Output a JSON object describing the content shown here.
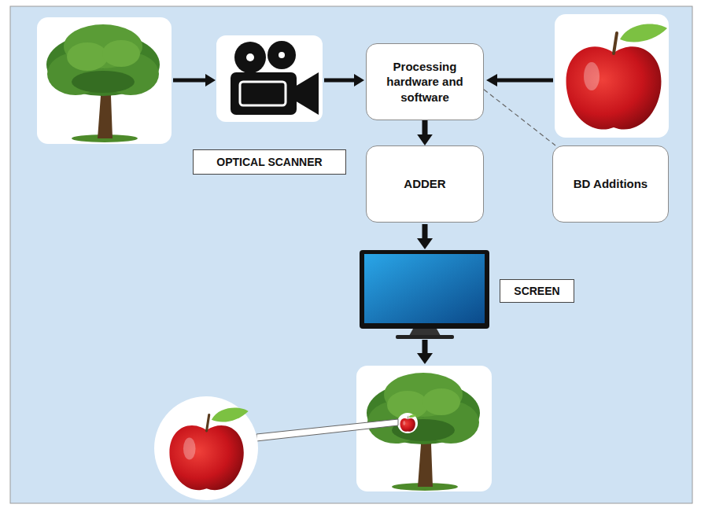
{
  "diagram": {
    "nodes": [
      {
        "text": [
          "Processing hardware and software"
        ]
      },
      {
        "text": [
          "OPTICAL SCANNER"
        ]
      },
      {
        "text": [
          "ADDER"
        ]
      },
      {
        "text": [
          "BD Additions"
        ]
      },
      {
        "text": [
          "SCREEN"
        ]
      }
    ],
    "edges": [
      {
        "from": 0,
        "to": 2,
        "arrow": "to"
      },
      {
        "from": 0,
        "to": 3,
        "arrow": "none"
      }
    ]
  }
}
